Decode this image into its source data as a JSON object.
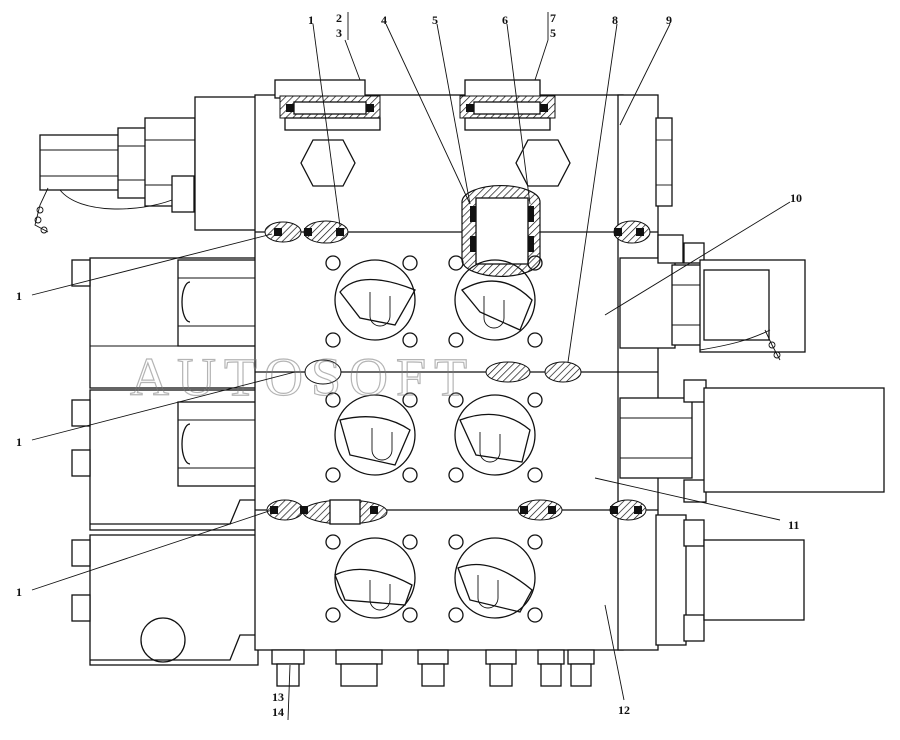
{
  "callouts": {
    "c1": "1",
    "c2": "2",
    "c3": "3",
    "c4": "4",
    "c5": "5",
    "c6": "6",
    "c7": "7",
    "c5b": "5",
    "c8": "8",
    "c9": "9",
    "c10": "10",
    "c11": "11",
    "c12": "12",
    "c13": "13",
    "c14": "14",
    "l1a": "1",
    "l1b": "1",
    "l1c": "1"
  },
  "watermark": "AUTOSOFT"
}
